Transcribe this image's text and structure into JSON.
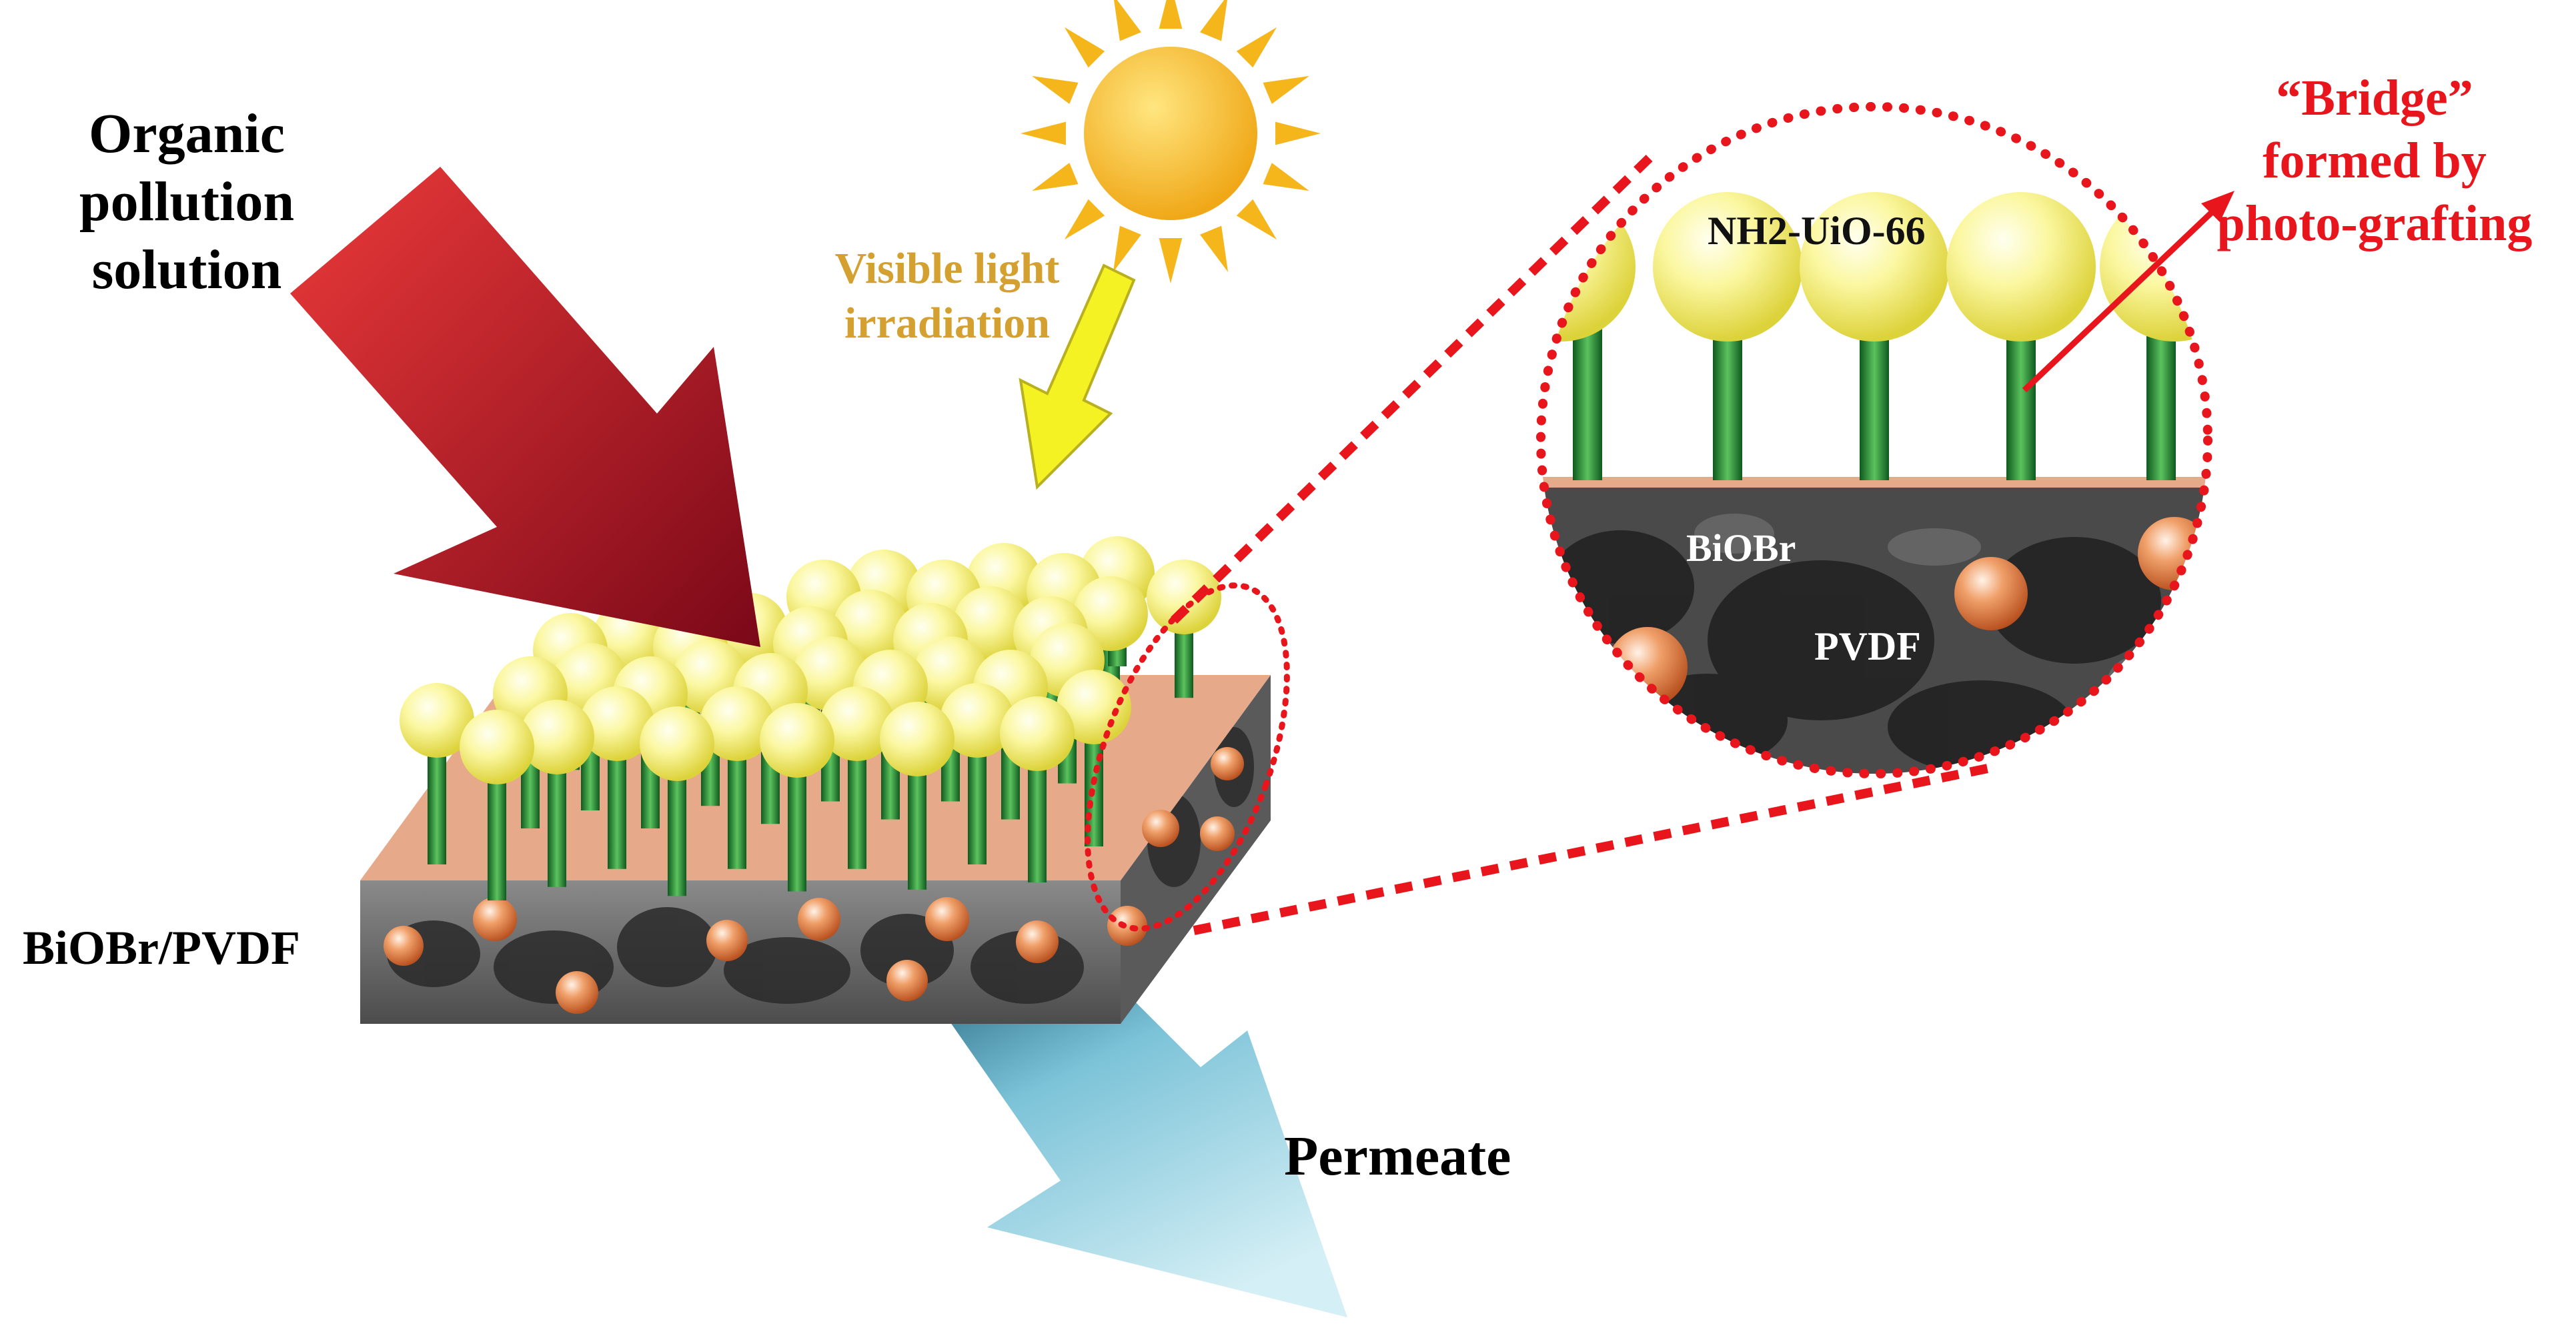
{
  "labels": {
    "organic_line1": "Organic",
    "organic_line2": "pollution",
    "organic_line3": "solution",
    "visible_line1": "Visible light",
    "visible_line2": "irradiation",
    "nh2": "NH2-UiO-66",
    "biobr": "BiOBr",
    "pvdf": "PVDF",
    "bridge_line1": "“Bridge”",
    "bridge_line2": "formed by",
    "bridge_line3": "photo-grafting",
    "membrane": "BiOBr/PVDF",
    "permeate": "Permeate"
  },
  "icons": [
    "sun-icon",
    "light-arrow-icon",
    "feed-arrow-icon",
    "permeate-arrow-icon",
    "bridge-pointer-icon"
  ],
  "colors": {
    "feed_arrow": "#b8102a",
    "light_arrow": "#f2f21e",
    "visible_text": "#d4a030",
    "sun": "#f5b61c",
    "bridge_text": "#e8161c",
    "zoom_outline": "#e8161c",
    "particle_yellow": "#f4ee6a",
    "stem_green": "#2e8b3a",
    "membrane_top": "#e6a989",
    "pore_dark": "#3a3a3a",
    "biobr_particle": "#e07a3a",
    "permeate_arrow": "#9fd6e4"
  }
}
